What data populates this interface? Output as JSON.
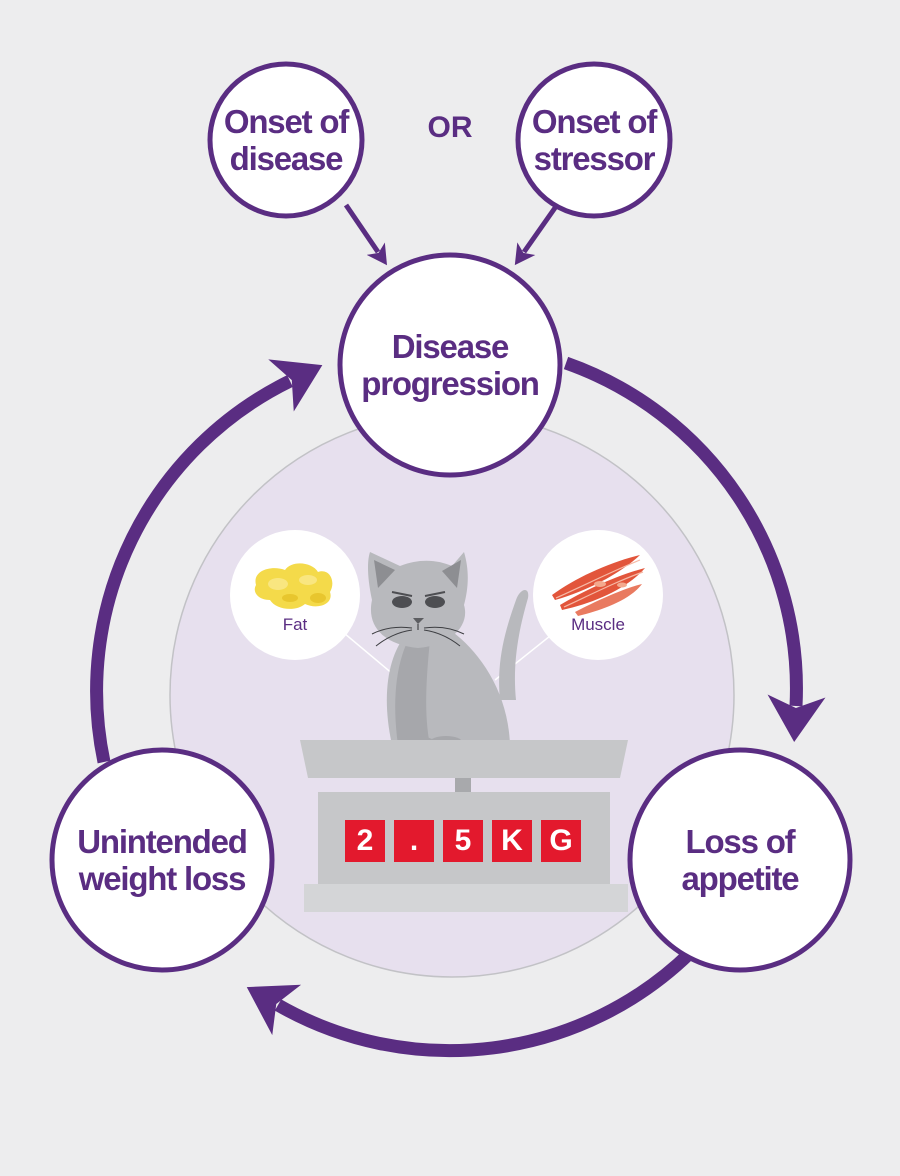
{
  "diagram": {
    "nodes": {
      "onset_disease": "Onset of\ndisease",
      "onset_stressor": "Onset of\nstressor",
      "disease_progression": "Disease\nprogression",
      "loss_of_appetite": "Loss of\nappetite",
      "weight_loss": "Unintended\nweight loss"
    },
    "connector": "OR",
    "tissues": {
      "fat": "Fat",
      "muscle": "Muscle"
    },
    "scale_readout": [
      "2",
      ".",
      "5",
      "K",
      "G"
    ]
  },
  "colors": {
    "purple": "#5a2d82",
    "lavender": "#e7e0ee",
    "background": "#ededee",
    "readout_red": "#e3192d",
    "fat_yellow": "#f4da4a",
    "muscle_red": "#e2553b",
    "cat_gray": "#b8b9bd",
    "scale_gray": "#c6c7c9"
  }
}
